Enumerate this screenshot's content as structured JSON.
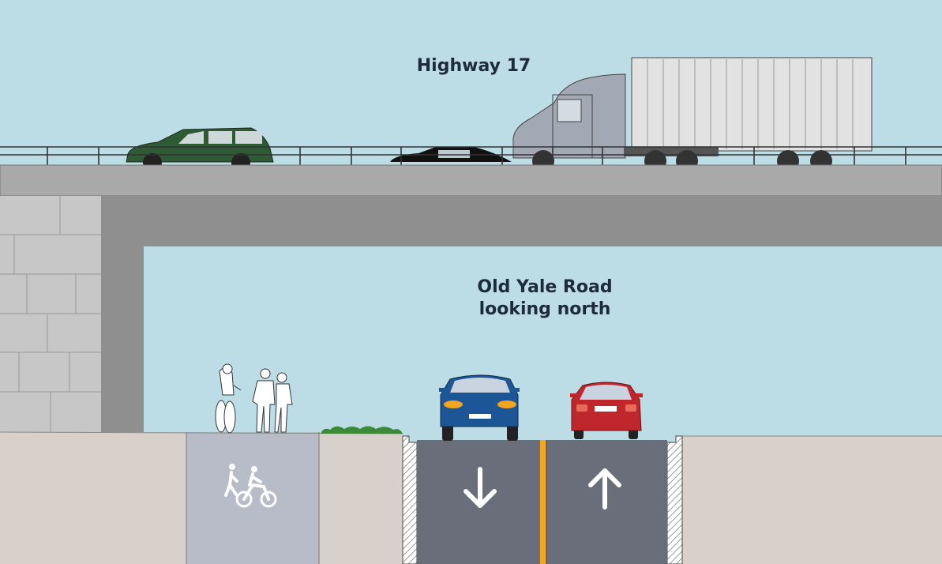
{
  "labels": {
    "highway": "Highway 17",
    "road_line1": "Old Yale Road",
    "road_line2": "looking north"
  },
  "colors": {
    "sky": "#bcdde6",
    "bridge_deck": "#a9a9a9",
    "abutment_wall": "#c7c7c7",
    "lane_pavement": "#6a6e7a",
    "multiuse_path": "#b7bcc8",
    "ground": "#d8d1cb",
    "centre_line": "#f2a51d",
    "lane_arrow": "#ffffff"
  },
  "icons": {
    "path_marking": "pedestrian-and-cyclist-icon",
    "southbound_lane": "arrow-down-icon",
    "northbound_lane": "arrow-up-icon"
  },
  "lanes": [
    {
      "name": "multi-use path",
      "marking": "pedestrian-and-cyclist-icon"
    },
    {
      "name": "boulevard",
      "marking": "grass"
    },
    {
      "name": "southbound travel lane",
      "marking": "arrow-down-icon"
    },
    {
      "name": "northbound travel lane",
      "marking": "arrow-up-icon"
    }
  ]
}
